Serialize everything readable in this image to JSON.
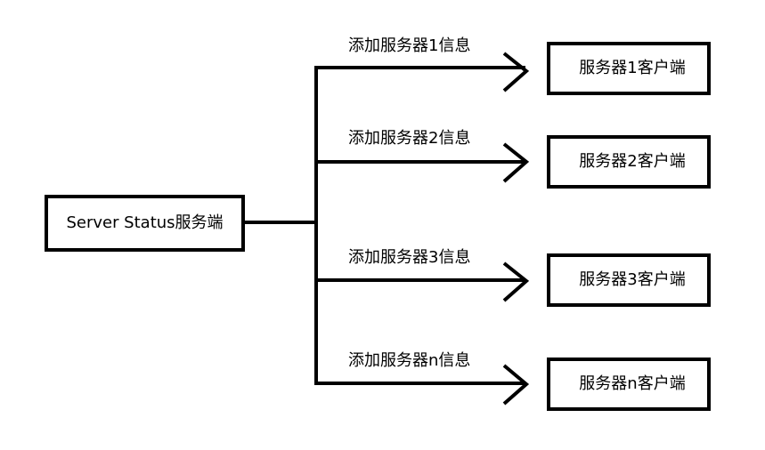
{
  "server": {
    "label": "Server Status服务端"
  },
  "branches": [
    {
      "edge_label": "添加服务器1信息",
      "client_label": "服务器1客户端"
    },
    {
      "edge_label": "添加服务器2信息",
      "client_label": "服务器2客户端"
    },
    {
      "edge_label": "添加服务器3信息",
      "client_label": "服务器3客户端"
    },
    {
      "edge_label": "添加服务器n信息",
      "client_label": "服务器n客户端"
    }
  ]
}
